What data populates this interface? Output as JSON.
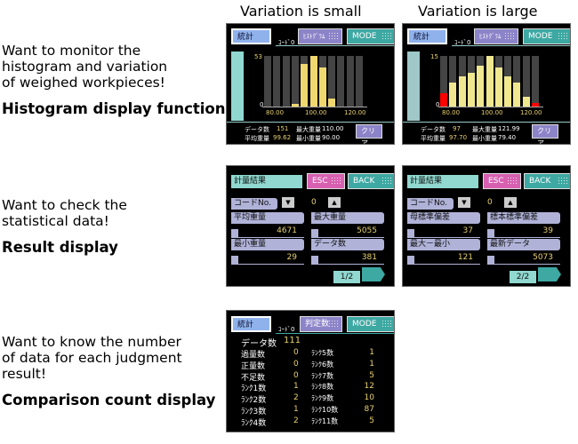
{
  "headings": {
    "small": "Variation is small",
    "large": "Variation is large"
  },
  "sections": [
    {
      "lines": [
        "Want to monitor the",
        "histogram and variation",
        "of weighed workpieces!"
      ],
      "title": "Histogram display function"
    },
    {
      "lines": [
        "Want to check the",
        "statistical data!"
      ],
      "title": "Result display"
    },
    {
      "lines": [
        "Want to know the number",
        "of data for each judgment",
        "result!"
      ],
      "title": "Comparison count display"
    }
  ],
  "histograms": [
    {
      "stats_btn": "統計",
      "code": "ｺｰﾄﾞ0",
      "hist_btn": "ﾋｽﾄｸﾞﾗﾑ",
      "mode_btn": "MODE",
      "ymax": "53",
      "ymin": "0",
      "xticks": [
        "80.00",
        "100.00",
        "120.00"
      ],
      "values": [
        0,
        0,
        0,
        3,
        45,
        53,
        41,
        8,
        0,
        0,
        0
      ],
      "max": 53,
      "colors": [
        "#f0d870",
        "#f0d870",
        "#f0d870",
        "#f0d870",
        "#f0d870",
        "#f0d870",
        "#f0d870",
        "#f0d870",
        "#f0d870",
        "#f0d870",
        "#f0d870"
      ],
      "count_label": "データ数",
      "count": "151",
      "max_label": "最大重量",
      "max_val": "110.00",
      "avg_label": "平均重量",
      "avg": "99.62",
      "min_label": "最小重量",
      "min_val": "90.00",
      "clear_btn": "クリア"
    },
    {
      "stats_btn": "統計",
      "code": "ｺｰﾄﾞ0",
      "hist_btn": "ﾋｽﾄｸﾞﾗﾑ",
      "mode_btn": "MODE",
      "ymax": "15",
      "ymin": "0",
      "xticks": [
        "80.00",
        "100.00",
        "120.00"
      ],
      "values": [
        4,
        7,
        9,
        10,
        12,
        15,
        11.5,
        9,
        7,
        3,
        1
      ],
      "max": 15,
      "colors": [
        "#ff0000",
        "#f0e890",
        "#f0e890",
        "#f0e890",
        "#f0e890",
        "#f0e890",
        "#f0e890",
        "#f0e890",
        "#f0e890",
        "#f0e890",
        "#ff0000"
      ],
      "count_label": "データ数",
      "count": "97",
      "max_label": "最大重量",
      "max_val": "121.99",
      "avg_label": "平均重量",
      "avg": "97.70",
      "min_label": "最小重量",
      "min_val": "79.40",
      "clear_btn": "クリア"
    }
  ],
  "results": [
    {
      "title": "計量結果",
      "esc": "ESC",
      "back": "BACK",
      "code_label": "コードNo.",
      "code": "0",
      "items": [
        {
          "label": "平均重量",
          "value": "4671"
        },
        {
          "label": "最大重量",
          "value": "5055"
        },
        {
          "label": "最小重量",
          "value": "29"
        },
        {
          "label": "データ数",
          "value": "381"
        }
      ],
      "page": "1/2"
    },
    {
      "title": "計量結果",
      "esc": "ESC",
      "back": "BACK",
      "code_label": "コードNo.",
      "code": "0",
      "items": [
        {
          "label": "母標準偏差",
          "value": "37"
        },
        {
          "label": "標本標準偏差",
          "value": "39"
        },
        {
          "label": "最大－最小",
          "value": "121"
        },
        {
          "label": "最新データ",
          "value": "5073"
        }
      ],
      "page": "2/2"
    }
  ],
  "comparison": {
    "stats_btn": "統計",
    "code": "ｺｰﾄﾞ0",
    "judge_btn": "判定数",
    "mode_btn": "MODE",
    "data_label": "データ数",
    "data_count": "111",
    "left": [
      {
        "label": "過量数",
        "value": "0"
      },
      {
        "label": "正量数",
        "value": "0"
      },
      {
        "label": "不足数",
        "value": "0"
      },
      {
        "label": "ﾗﾝｸ1数",
        "value": "1"
      },
      {
        "label": "ﾗﾝｸ2数",
        "value": "2"
      },
      {
        "label": "ﾗﾝｸ3数",
        "value": "1"
      },
      {
        "label": "ﾗﾝｸ4数",
        "value": "2"
      }
    ],
    "right": [
      {
        "label": "ﾗﾝｸ5数",
        "value": "1"
      },
      {
        "label": "ﾗﾝｸ6数",
        "value": "1"
      },
      {
        "label": "ﾗﾝｸ7数",
        "value": "5"
      },
      {
        "label": "ﾗﾝｸ8数",
        "value": "12"
      },
      {
        "label": "ﾗﾝｸ9数",
        "value": "10"
      },
      {
        "label": "ﾗﾝｸ10数",
        "value": "87"
      },
      {
        "label": "ﾗﾝｸ11数",
        "value": "5"
      }
    ]
  }
}
